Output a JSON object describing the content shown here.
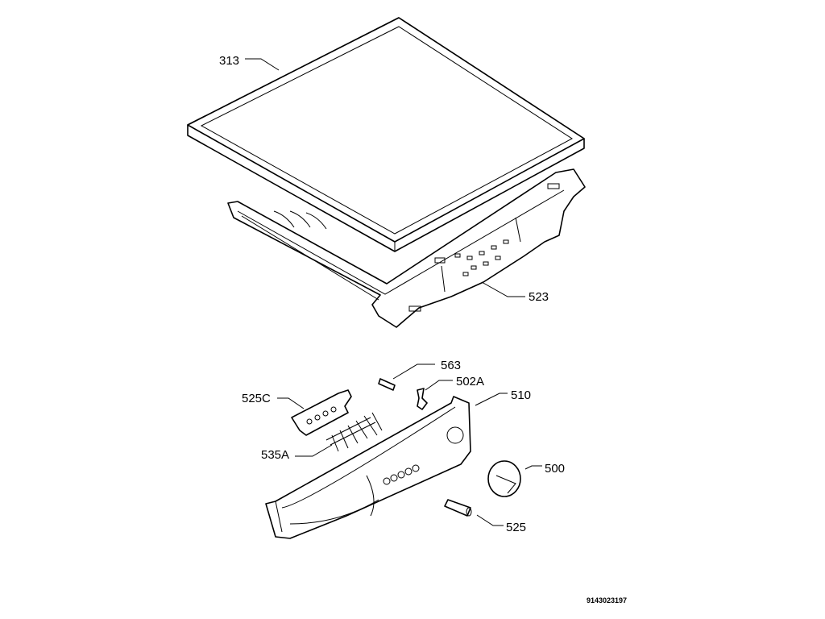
{
  "diagram": {
    "parts": [
      {
        "id": "313",
        "label": "313"
      },
      {
        "id": "523",
        "label": "523"
      },
      {
        "id": "563",
        "label": "563"
      },
      {
        "id": "502A",
        "label": "502A"
      },
      {
        "id": "525C",
        "label": "525C"
      },
      {
        "id": "510",
        "label": "510"
      },
      {
        "id": "535A",
        "label": "535A"
      },
      {
        "id": "500",
        "label": "500"
      },
      {
        "id": "525",
        "label": "525"
      }
    ],
    "reference_number": "9143023197"
  }
}
